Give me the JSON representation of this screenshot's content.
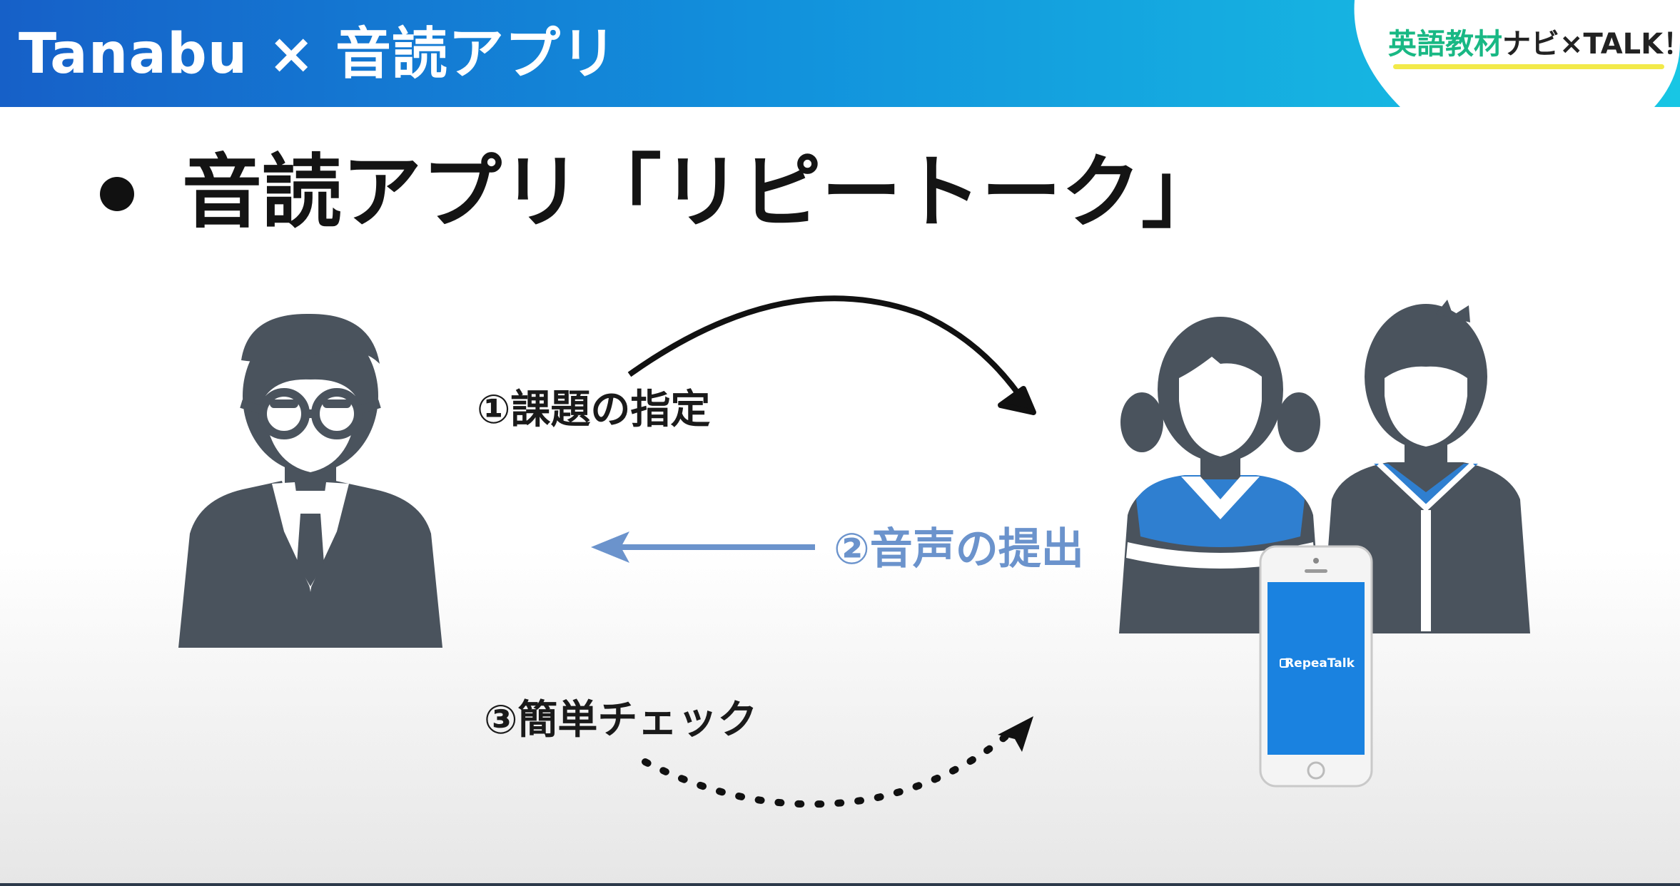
{
  "header": {
    "title": "Tanabu × 音読アプリ"
  },
  "logo": {
    "accent_text": "英語教材",
    "rest_text": "ナビ×TALK！"
  },
  "heading": "音読アプリ「リピートーク」",
  "steps": {
    "assign": "①課題の指定",
    "submit": "②音声の提出",
    "check": "③簡単チェック"
  },
  "phone": {
    "app_name": "RepeaTalk"
  },
  "colors": {
    "header_start": "#1660c8",
    "header_end": "#18c6e4",
    "figure_gray": "#4a535d",
    "accent_blue": "#2f7fd0",
    "submit_blue": "#6b93cc",
    "logo_green": "#19b884",
    "logo_yellow": "#f2ea4a"
  },
  "icons": {
    "teacher": "teacher-icon",
    "students": "students-icon",
    "smartphone": "smartphone-icon"
  }
}
